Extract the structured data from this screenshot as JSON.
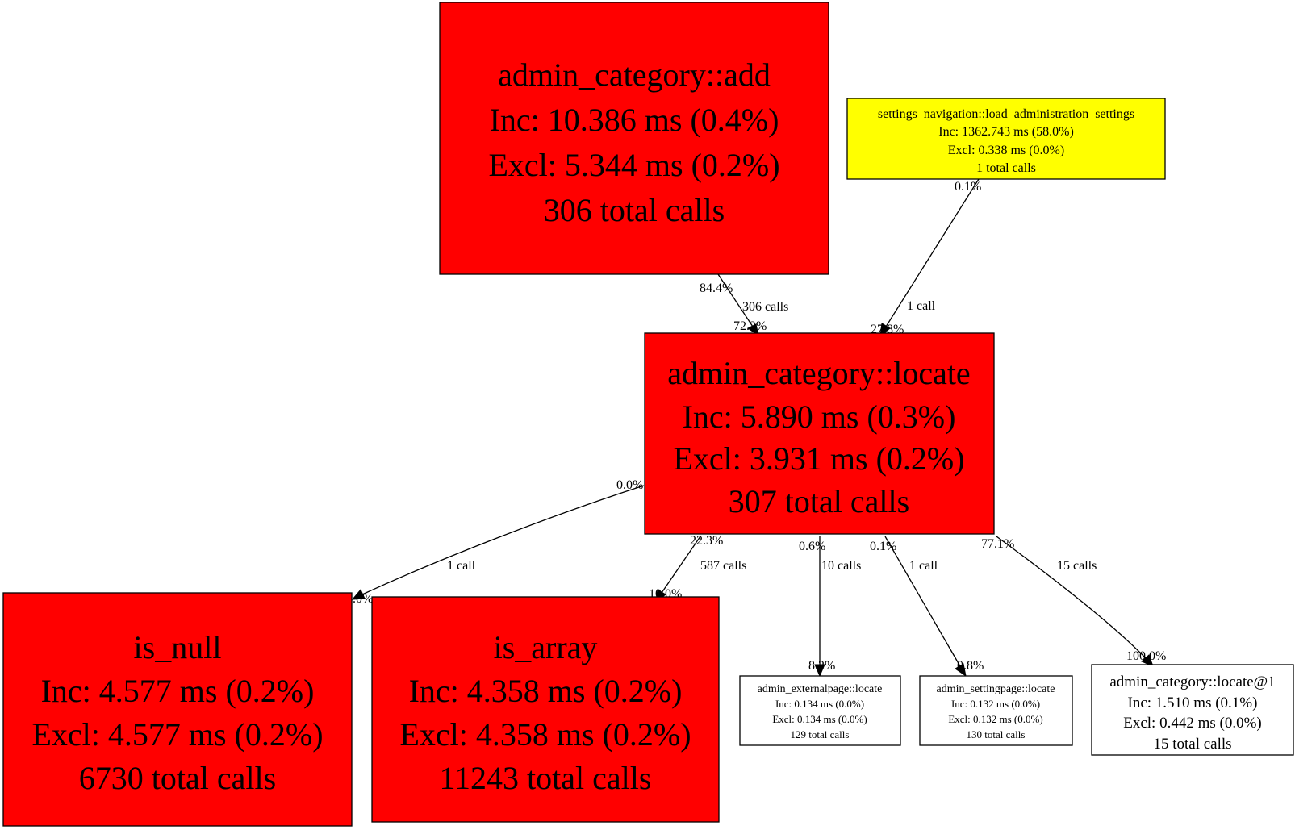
{
  "nodes": {
    "add": {
      "fill": "#ff0000",
      "name": "admin_category::add",
      "inc": "Inc: 10.386 ms (0.4%)",
      "excl": "Excl: 5.344 ms (0.2%)",
      "calls": "306 total calls"
    },
    "load_admin": {
      "fill": "#ffff00",
      "name": "settings_navigation::load_administration_settings",
      "inc": "Inc: 1362.743 ms (58.0%)",
      "excl": "Excl: 0.338 ms (0.0%)",
      "calls": "1 total calls"
    },
    "locate": {
      "fill": "#ff0000",
      "name": "admin_category::locate",
      "inc": "Inc: 5.890 ms (0.3%)",
      "excl": "Excl: 3.931 ms (0.2%)",
      "calls": "307 total calls"
    },
    "is_null": {
      "fill": "#ff0000",
      "name": "is_null",
      "inc": "Inc: 4.577 ms (0.2%)",
      "excl": "Excl: 4.577 ms (0.2%)",
      "calls": "6730 total calls"
    },
    "is_array": {
      "fill": "#ff0000",
      "name": "is_array",
      "inc": "Inc: 4.358 ms (0.2%)",
      "excl": "Excl: 4.358 ms (0.2%)",
      "calls": "11243 total calls"
    },
    "externalpage": {
      "fill": "#ffffff",
      "name": "admin_externalpage::locate",
      "inc": "Inc: 0.134 ms (0.0%)",
      "excl": "Excl: 0.134 ms (0.0%)",
      "calls": "129 total calls"
    },
    "settingpage": {
      "fill": "#ffffff",
      "name": "admin_settingpage::locate",
      "inc": "Inc: 0.132 ms (0.0%)",
      "excl": "Excl: 0.132 ms (0.0%)",
      "calls": "130 total calls"
    },
    "locate1": {
      "fill": "#ffffff",
      "name": "admin_category::locate@1",
      "inc": "Inc: 1.510 ms (0.1%)",
      "excl": "Excl: 0.442 ms (0.0%)",
      "calls": "15 total calls"
    }
  },
  "edges": {
    "add_locate": {
      "tail": "84.4%",
      "calls": "306 calls",
      "head": "72.2%"
    },
    "load_locate": {
      "tail": "0.1%",
      "calls": "1 call",
      "head": "27.8%"
    },
    "locate_is_null": {
      "tail": "0.0%",
      "calls": "1 call",
      "head": "0.0%"
    },
    "locate_is_array": {
      "tail": "22.3%",
      "calls": "587 calls",
      "head": "10.0%"
    },
    "locate_externalpage": {
      "tail": "0.6%",
      "calls": "10 calls",
      "head": "8.2%"
    },
    "locate_settingpage": {
      "tail": "0.1%",
      "calls": "1 call",
      "head": "0.8%"
    },
    "locate_locate1": {
      "tail": "77.1%",
      "calls": "15 calls",
      "head": "100.0%"
    }
  }
}
